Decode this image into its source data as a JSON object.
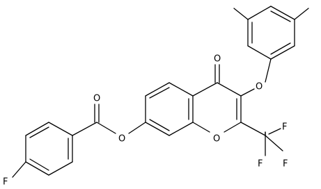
{
  "atom_labels": {
    "carbonyl_oxygen_ester": "O",
    "ester_oxygen": "O",
    "ketone_oxygen": "O",
    "ether_oxygen": "O",
    "ring_oxygen": "O",
    "fluorine_aryl": "F",
    "fluorine_cf3_top": "F",
    "fluorine_cf3_left": "F",
    "fluorine_cf3_right": "F"
  }
}
